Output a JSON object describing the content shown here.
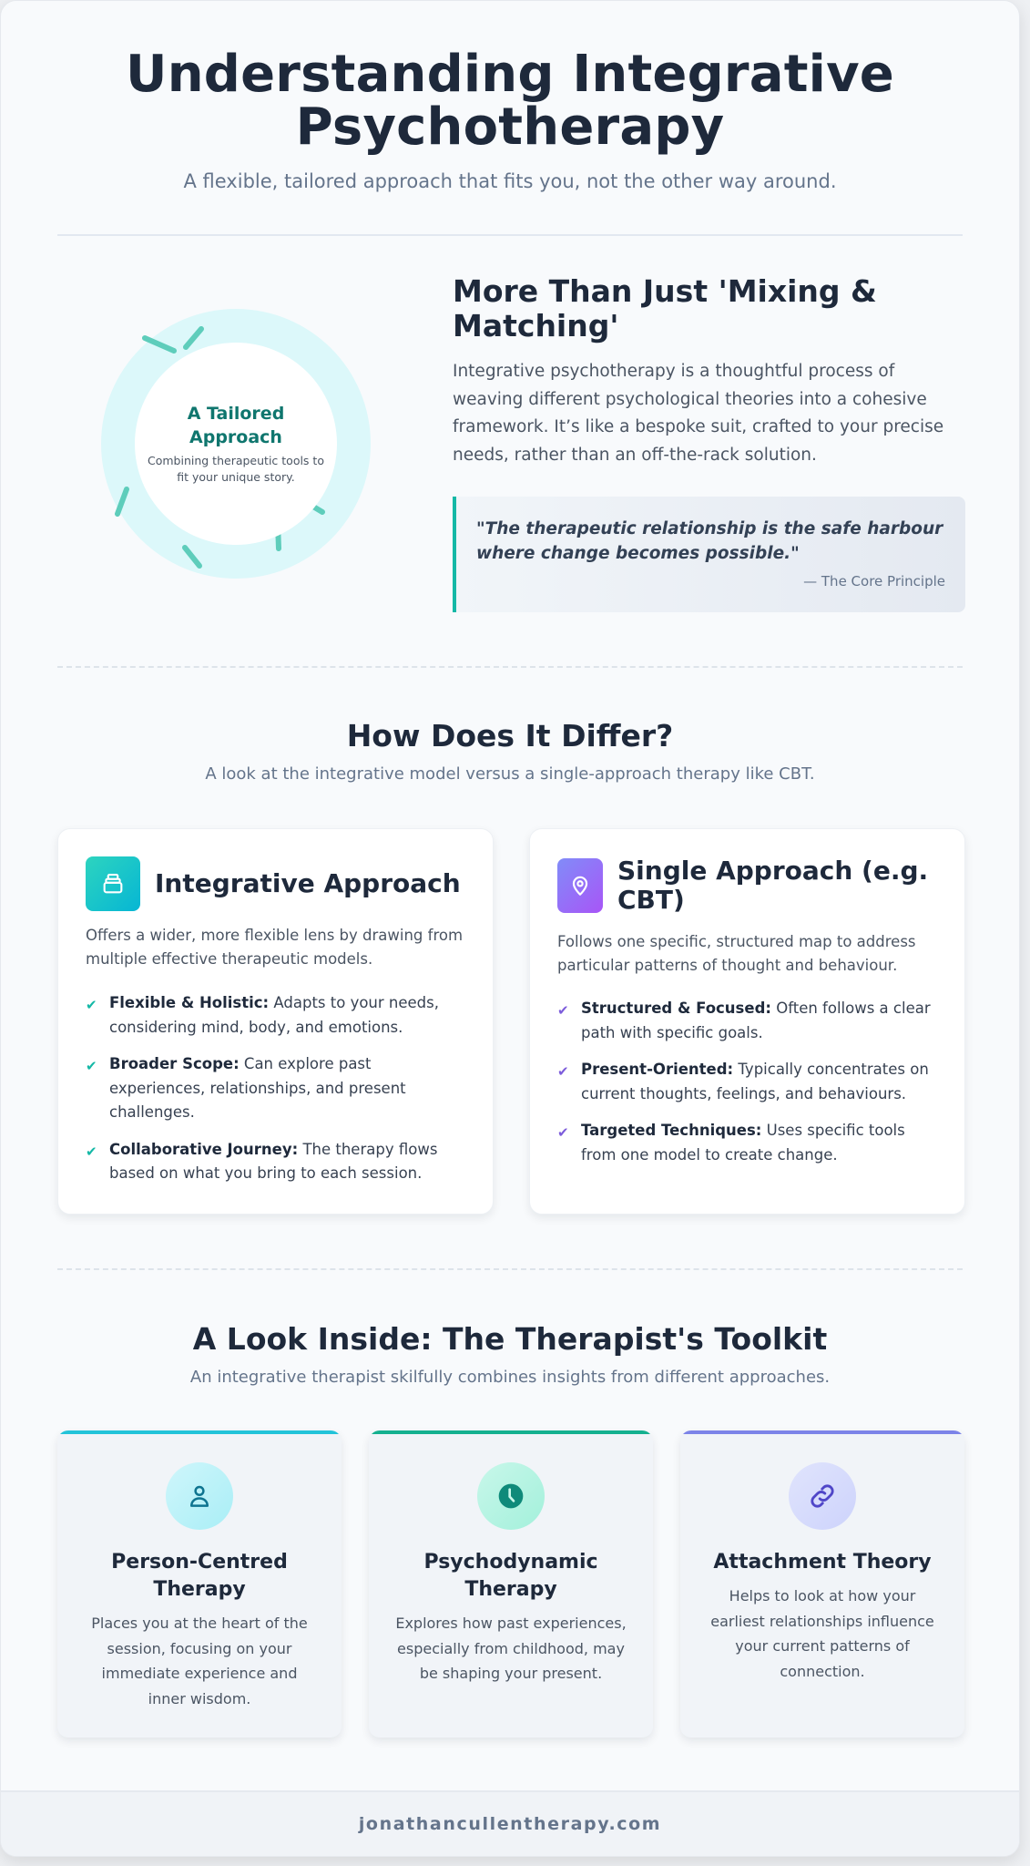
{
  "header": {
    "title": "Understanding Integrative Psychotherapy",
    "subtitle": "A flexible, tailored approach that fits you, not the other way around."
  },
  "intro": {
    "graphic": {
      "title": "A Tailored Approach",
      "text": "Combining therapeutic tools to fit your unique story.",
      "ring_color": "#dcf8fa",
      "stroke_color": "#5ecdbb"
    },
    "heading": "More Than Just 'Mixing & Matching'",
    "paragraph": "Integrative psychotherapy is a thoughtful process of weaving different psychological theories into a cohesive framework. It’s like a bespoke suit, crafted to your precise needs, rather than an off-the-rack solution.",
    "quote": {
      "text": "\"The therapeutic relationship is the safe harbour where change becomes possible.\"",
      "cite": "— The Core Principle"
    }
  },
  "differ": {
    "heading": "How Does It Differ?",
    "subtitle": "A look at the integrative model versus a single-approach therapy like CBT.",
    "cards": [
      {
        "icon": "archive-box-icon",
        "title": "Integrative Approach",
        "description": "Offers a wider, more flexible lens by drawing from multiple effective therapeutic models.",
        "check": "✔",
        "items": [
          {
            "label": "Flexible & Holistic:",
            "text": " Adapts to your needs, considering mind, body, and emotions."
          },
          {
            "label": "Broader Scope:",
            "text": " Can explore past experiences, relationships, and present challenges."
          },
          {
            "label": "Collaborative Journey:",
            "text": " The therapy flows based on what you bring to each session."
          }
        ]
      },
      {
        "icon": "map-pin-icon",
        "title": "Single Approach (e.g. CBT)",
        "description": "Follows one specific, structured map to address particular patterns of thought and behaviour.",
        "check": "✔",
        "items": [
          {
            "label": "Structured & Focused:",
            "text": " Often follows a clear path with specific goals."
          },
          {
            "label": "Present-Oriented:",
            "text": " Typically concentrates on current thoughts, feelings, and behaviours."
          },
          {
            "label": "Targeted Techniques:",
            "text": " Uses specific tools from one model to create change."
          }
        ]
      }
    ]
  },
  "toolkit": {
    "heading": "A Look Inside: The Therapist's Toolkit",
    "subtitle": "An integrative therapist skilfully combines insights from different approaches.",
    "cards": [
      {
        "icon": "person-icon",
        "title": "Person-Centred Therapy",
        "description": "Places you at the heart of the session, focusing on your immediate experience and inner wisdom.",
        "accent": "#22c3d9"
      },
      {
        "icon": "clock-icon",
        "title": "Psychodynamic Therapy",
        "description": "Explores how past experiences, especially from childhood, may be shaping your present.",
        "accent": "#14b08f"
      },
      {
        "icon": "link-icon",
        "title": "Attachment Theory",
        "description": "Helps to look at how your earliest relationships influence your current patterns of connection.",
        "accent": "#7c83e8"
      }
    ]
  },
  "footer": {
    "website": "jonathancullentherapy.com"
  }
}
